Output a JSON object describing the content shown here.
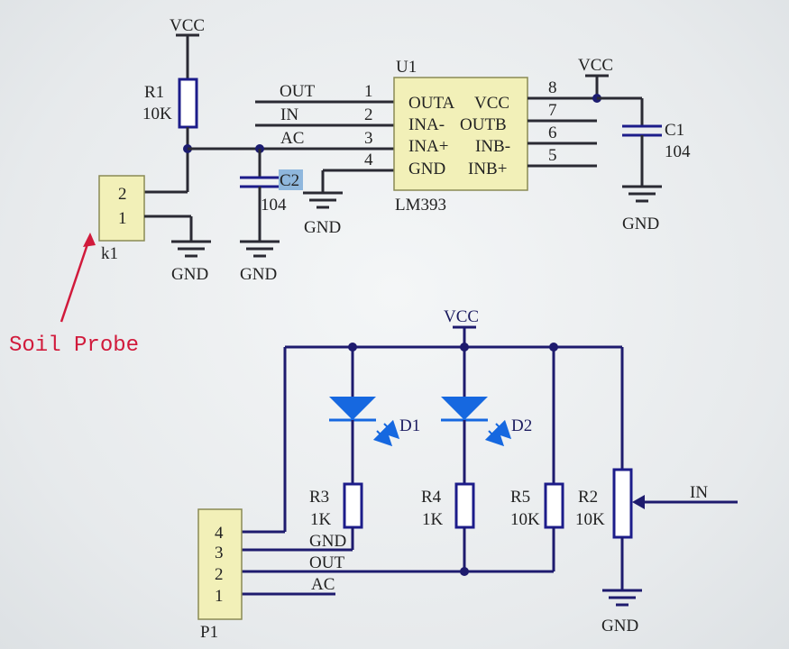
{
  "colors": {
    "wire_dark": "#2a2a33",
    "wire_navy": "#1e1b6e",
    "component_blue": "#1c1c8a",
    "ic_fill": "#f2f0b8",
    "led_blue": "#1668e0",
    "highlight": "#8fb7dd",
    "annotation_red": "#d11a3b"
  },
  "vcc_label": "VCC",
  "gnd_label": "GND",
  "top": {
    "r1": {
      "ref": "R1",
      "value": "10K"
    },
    "k1": {
      "ref": "k1",
      "pins": [
        "2",
        "1"
      ]
    },
    "c2": {
      "ref": "C2",
      "value": "104"
    },
    "c1": {
      "ref": "C1",
      "value": "104"
    },
    "u1": {
      "ref": "U1",
      "part": "LM393",
      "left_pins": [
        {
          "num": "1",
          "name": "OUTA",
          "net": "OUT"
        },
        {
          "num": "2",
          "name": "INA-",
          "net": "IN"
        },
        {
          "num": "3",
          "name": "INA+",
          "net": "AC"
        },
        {
          "num": "4",
          "name": "GND",
          "net": ""
        }
      ],
      "right_pins": [
        {
          "num": "8",
          "name": "VCC"
        },
        {
          "num": "7",
          "name": "OUTB"
        },
        {
          "num": "6",
          "name": "INB-"
        },
        {
          "num": "5",
          "name": "INB+"
        }
      ]
    },
    "annotation": "Soil Probe"
  },
  "bottom": {
    "d1": {
      "ref": "D1"
    },
    "d2": {
      "ref": "D2"
    },
    "r3": {
      "ref": "R3",
      "value": "1K"
    },
    "r4": {
      "ref": "R4",
      "value": "1K"
    },
    "r5": {
      "ref": "R5",
      "value": "10K"
    },
    "r2": {
      "ref": "R2",
      "value": "10K"
    },
    "p1": {
      "ref": "P1",
      "pins": [
        "4",
        "3",
        "2",
        "1"
      ]
    },
    "nets": {
      "gnd": "GND",
      "out": "OUT",
      "ac": "AC",
      "in": "IN"
    }
  }
}
